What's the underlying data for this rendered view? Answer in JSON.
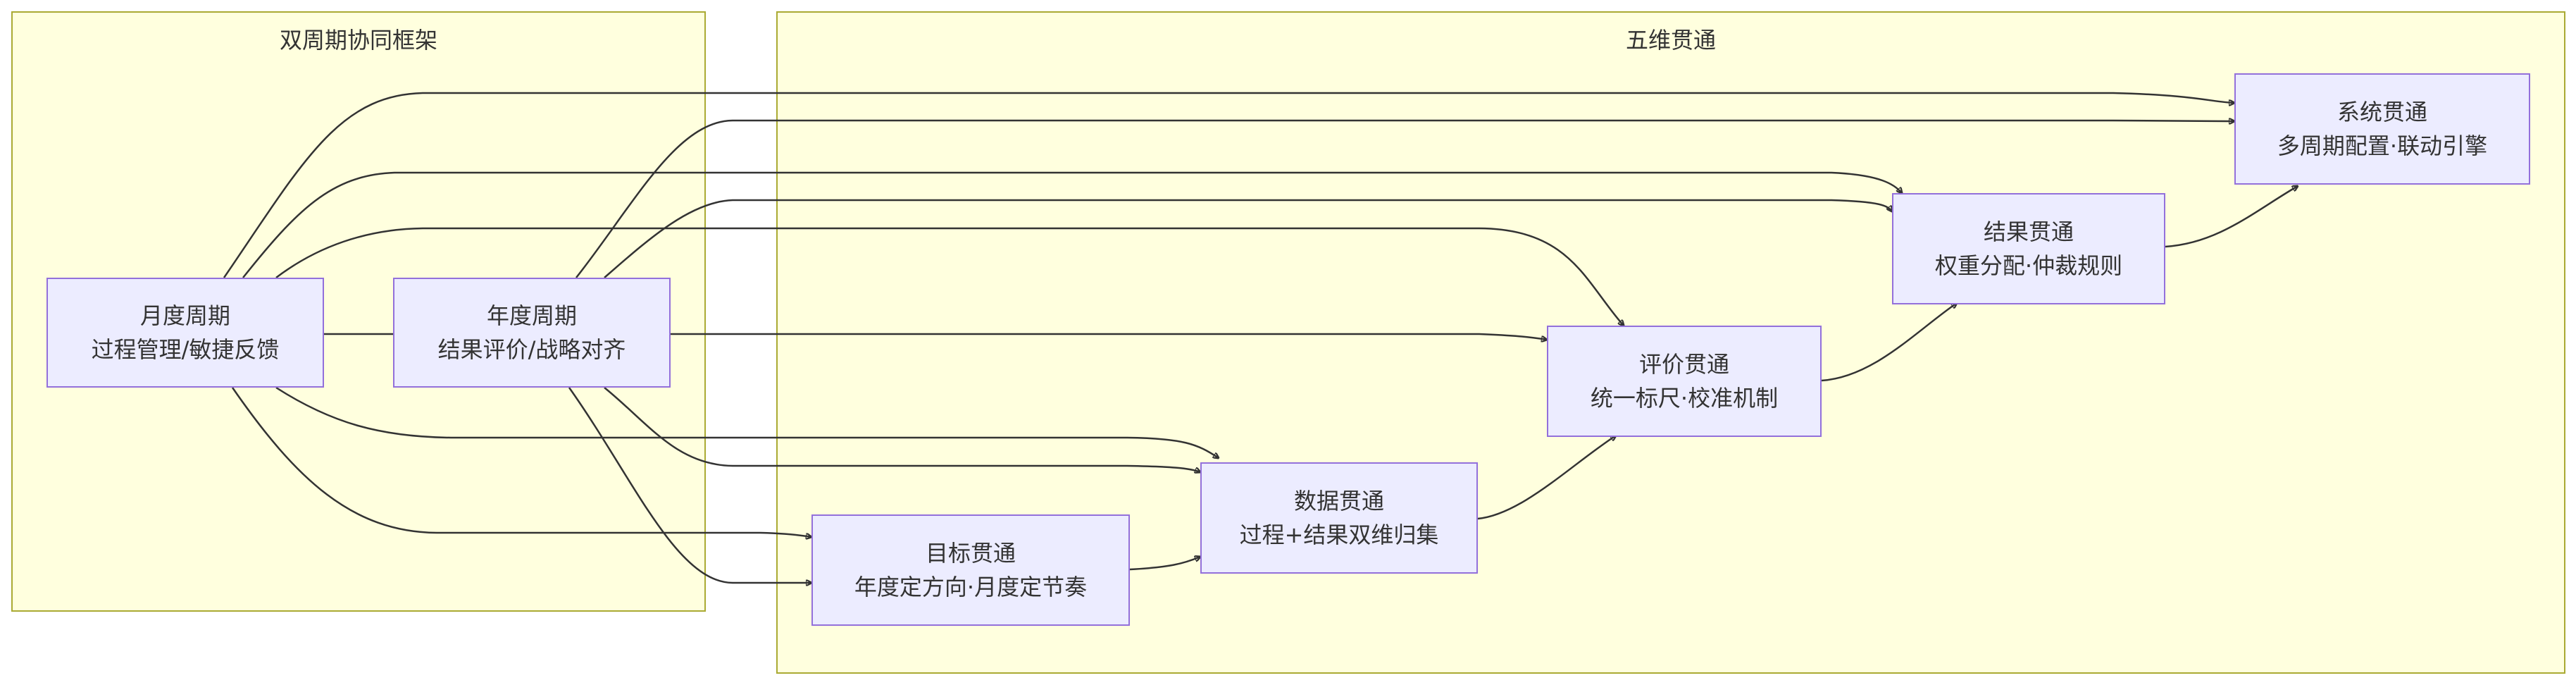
{
  "clusters": {
    "dual_cycle": {
      "title": "双周期协同框架"
    },
    "five_dim": {
      "title": "五维贯通"
    }
  },
  "nodes": {
    "monthly": {
      "line1": "月度周期",
      "line2": "过程管理/敏捷反馈"
    },
    "annual": {
      "line1": "年度周期",
      "line2": "结果评价/战略对齐"
    },
    "system": {
      "line1": "系统贯通",
      "line2": "多周期配置·联动引擎"
    },
    "result": {
      "line1": "结果贯通",
      "line2": "权重分配·仲裁规则"
    },
    "evaluation": {
      "line1": "评价贯通",
      "line2": "统一标尺·校准机制"
    },
    "data": {
      "line1": "数据贯通",
      "line2": "过程+结果双维归集"
    },
    "goal": {
      "line1": "目标贯通",
      "line2": "年度定方向·月度定节奏"
    }
  },
  "colors": {
    "cluster_fill": "#ffffde",
    "cluster_stroke": "#aaaa33",
    "node_fill": "#ececff",
    "node_stroke": "#9370db",
    "edge": "#333333"
  }
}
